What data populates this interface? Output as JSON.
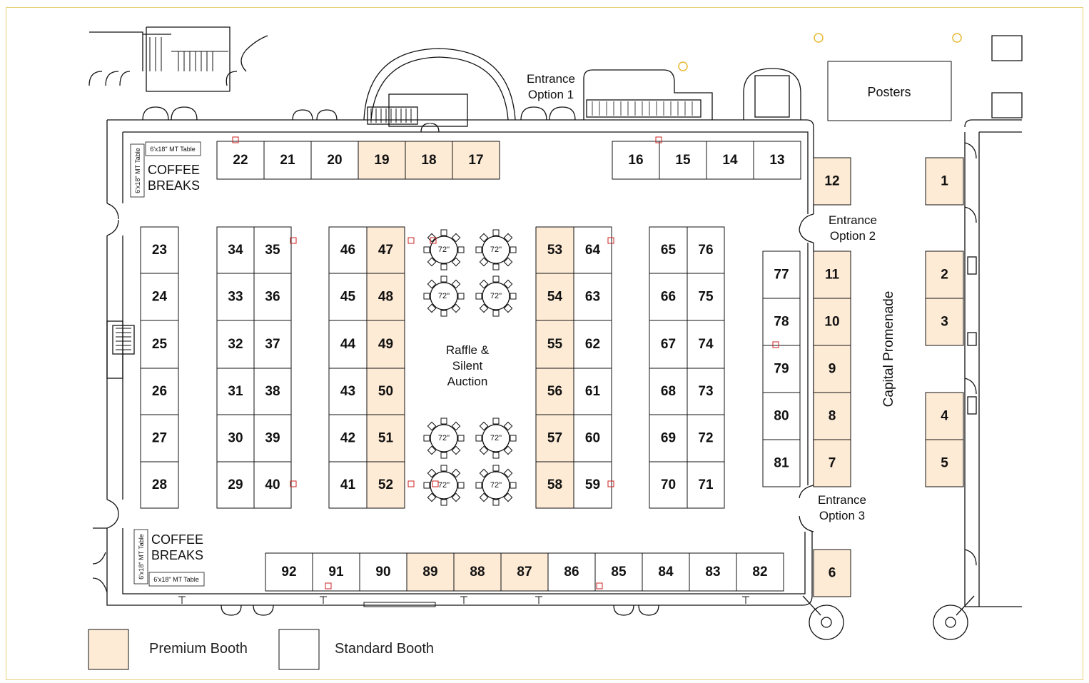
{
  "colors": {
    "premium": "#fdebd6",
    "standard": "#ffffff",
    "frame": "#e8d27a",
    "marker": "#cc2222",
    "exit": "#e8b830"
  },
  "labels": {
    "entrance1": [
      "Entrance",
      "Option 1"
    ],
    "entrance2": [
      "Entrance",
      "Option 2"
    ],
    "entrance3": [
      "Entrance",
      "Option 3"
    ],
    "posters": "Posters",
    "promenade": "Capital Promenade",
    "raffle": [
      "Raffle &",
      "Silent",
      "Auction"
    ],
    "coffee_top": [
      "COFFEE",
      "BREAKS"
    ],
    "coffee_bottom": [
      "COFFEE",
      "BREAKS"
    ],
    "table_h": "6'x18\" MT Table",
    "table_v": "6'x18\" MT Table",
    "round_table": "72\""
  },
  "legend": {
    "premium": "Premium Booth",
    "standard": "Standard Booth"
  },
  "booths": [
    {
      "id": "22",
      "type": "standard"
    },
    {
      "id": "21",
      "type": "standard"
    },
    {
      "id": "20",
      "type": "standard"
    },
    {
      "id": "19",
      "type": "premium"
    },
    {
      "id": "18",
      "type": "premium"
    },
    {
      "id": "17",
      "type": "premium"
    },
    {
      "id": "16",
      "type": "standard"
    },
    {
      "id": "15",
      "type": "standard"
    },
    {
      "id": "14",
      "type": "standard"
    },
    {
      "id": "13",
      "type": "standard"
    },
    {
      "id": "12",
      "type": "premium"
    },
    {
      "id": "1",
      "type": "premium"
    },
    {
      "id": "23",
      "type": "standard"
    },
    {
      "id": "24",
      "type": "standard"
    },
    {
      "id": "25",
      "type": "standard"
    },
    {
      "id": "26",
      "type": "standard"
    },
    {
      "id": "27",
      "type": "standard"
    },
    {
      "id": "28",
      "type": "standard"
    },
    {
      "id": "34",
      "type": "standard"
    },
    {
      "id": "33",
      "type": "standard"
    },
    {
      "id": "32",
      "type": "standard"
    },
    {
      "id": "31",
      "type": "standard"
    },
    {
      "id": "30",
      "type": "standard"
    },
    {
      "id": "29",
      "type": "standard"
    },
    {
      "id": "35",
      "type": "standard"
    },
    {
      "id": "36",
      "type": "standard"
    },
    {
      "id": "37",
      "type": "standard"
    },
    {
      "id": "38",
      "type": "standard"
    },
    {
      "id": "39",
      "type": "standard"
    },
    {
      "id": "40",
      "type": "standard"
    },
    {
      "id": "46",
      "type": "standard"
    },
    {
      "id": "45",
      "type": "standard"
    },
    {
      "id": "44",
      "type": "standard"
    },
    {
      "id": "43",
      "type": "standard"
    },
    {
      "id": "42",
      "type": "standard"
    },
    {
      "id": "41",
      "type": "standard"
    },
    {
      "id": "47",
      "type": "premium"
    },
    {
      "id": "48",
      "type": "premium"
    },
    {
      "id": "49",
      "type": "premium"
    },
    {
      "id": "50",
      "type": "premium"
    },
    {
      "id": "51",
      "type": "premium"
    },
    {
      "id": "52",
      "type": "premium"
    },
    {
      "id": "53",
      "type": "premium"
    },
    {
      "id": "54",
      "type": "premium"
    },
    {
      "id": "55",
      "type": "premium"
    },
    {
      "id": "56",
      "type": "premium"
    },
    {
      "id": "57",
      "type": "premium"
    },
    {
      "id": "58",
      "type": "premium"
    },
    {
      "id": "64",
      "type": "standard"
    },
    {
      "id": "63",
      "type": "standard"
    },
    {
      "id": "62",
      "type": "standard"
    },
    {
      "id": "61",
      "type": "standard"
    },
    {
      "id": "60",
      "type": "standard"
    },
    {
      "id": "59",
      "type": "standard"
    },
    {
      "id": "65",
      "type": "standard"
    },
    {
      "id": "66",
      "type": "standard"
    },
    {
      "id": "67",
      "type": "standard"
    },
    {
      "id": "68",
      "type": "standard"
    },
    {
      "id": "69",
      "type": "standard"
    },
    {
      "id": "70",
      "type": "standard"
    },
    {
      "id": "76",
      "type": "standard"
    },
    {
      "id": "75",
      "type": "standard"
    },
    {
      "id": "74",
      "type": "standard"
    },
    {
      "id": "73",
      "type": "standard"
    },
    {
      "id": "72",
      "type": "standard"
    },
    {
      "id": "71",
      "type": "standard"
    },
    {
      "id": "77",
      "type": "standard"
    },
    {
      "id": "78",
      "type": "standard"
    },
    {
      "id": "79",
      "type": "standard"
    },
    {
      "id": "80",
      "type": "standard"
    },
    {
      "id": "81",
      "type": "standard"
    },
    {
      "id": "11",
      "type": "premium"
    },
    {
      "id": "10",
      "type": "premium"
    },
    {
      "id": "9",
      "type": "premium"
    },
    {
      "id": "8",
      "type": "premium"
    },
    {
      "id": "7",
      "type": "premium"
    },
    {
      "id": "2",
      "type": "premium"
    },
    {
      "id": "3",
      "type": "premium"
    },
    {
      "id": "4",
      "type": "premium"
    },
    {
      "id": "5",
      "type": "premium"
    },
    {
      "id": "92",
      "type": "standard"
    },
    {
      "id": "91",
      "type": "standard"
    },
    {
      "id": "90",
      "type": "standard"
    },
    {
      "id": "89",
      "type": "premium"
    },
    {
      "id": "88",
      "type": "premium"
    },
    {
      "id": "87",
      "type": "premium"
    },
    {
      "id": "86",
      "type": "standard"
    },
    {
      "id": "85",
      "type": "standard"
    },
    {
      "id": "84",
      "type": "standard"
    },
    {
      "id": "83",
      "type": "standard"
    },
    {
      "id": "82",
      "type": "standard"
    },
    {
      "id": "6",
      "type": "premium"
    }
  ]
}
